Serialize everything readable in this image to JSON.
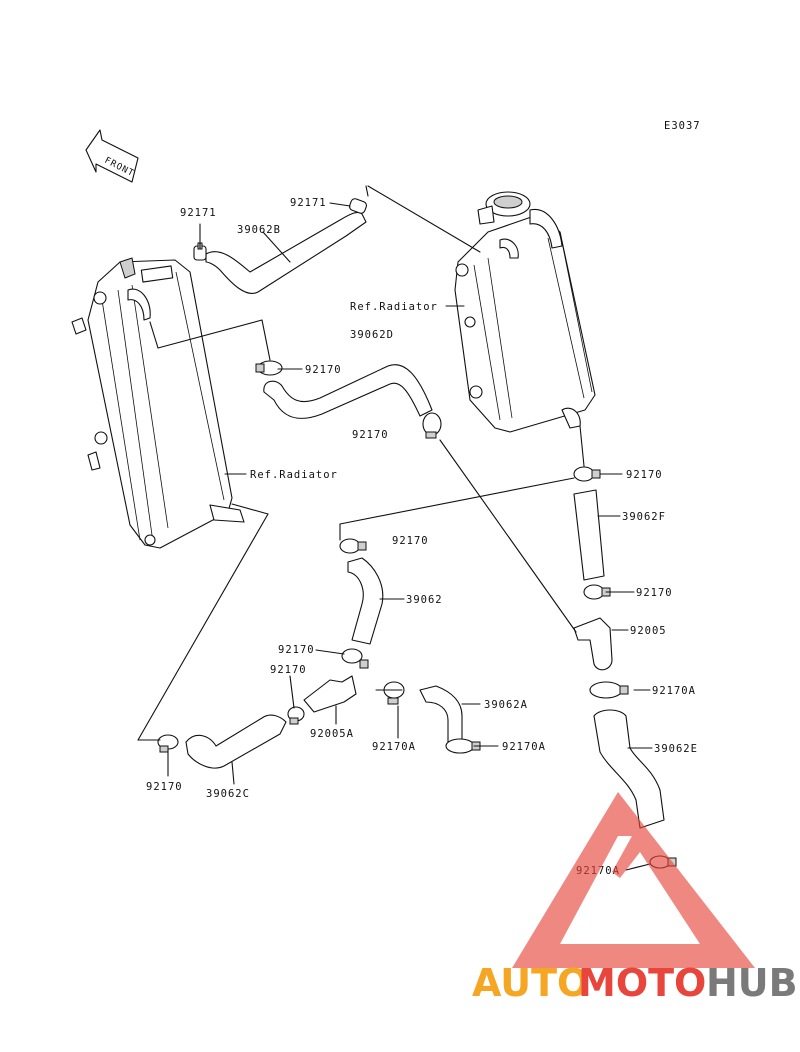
{
  "diagram_code": "E3037",
  "front_label": "FRONT",
  "labels": {
    "p92171_a": "92171",
    "p39062b": "39062B",
    "p92171_b": "92171",
    "ref_radiator_right": "Ref.Radiator",
    "p39062d": "39062D",
    "p92170_1": "92170",
    "p92170_2": "92170",
    "ref_radiator_left": "Ref.Radiator",
    "p92170_3": "92170",
    "p39062f": "39062F",
    "p92170_4": "92170",
    "p39062": "39062",
    "p92170_5": "92170",
    "p92005": "92005",
    "p92170_6": "92170",
    "p92170_7": "92170",
    "p92170a_1": "92170A",
    "p39062a": "39062A",
    "p92005a": "92005A",
    "p92170a_2": "92170A",
    "p92170a_3": "92170A",
    "p39062e": "39062E",
    "p92170_8": "92170",
    "p39062c": "39062C",
    "p92170a_4": "92170A"
  },
  "watermark": {
    "part1": "AUTO",
    "part2": "MOTO",
    "part3": "HUB",
    "color_orange": "#f5a623",
    "color_red": "#e8453c",
    "color_gray": "#7a7a7a"
  }
}
